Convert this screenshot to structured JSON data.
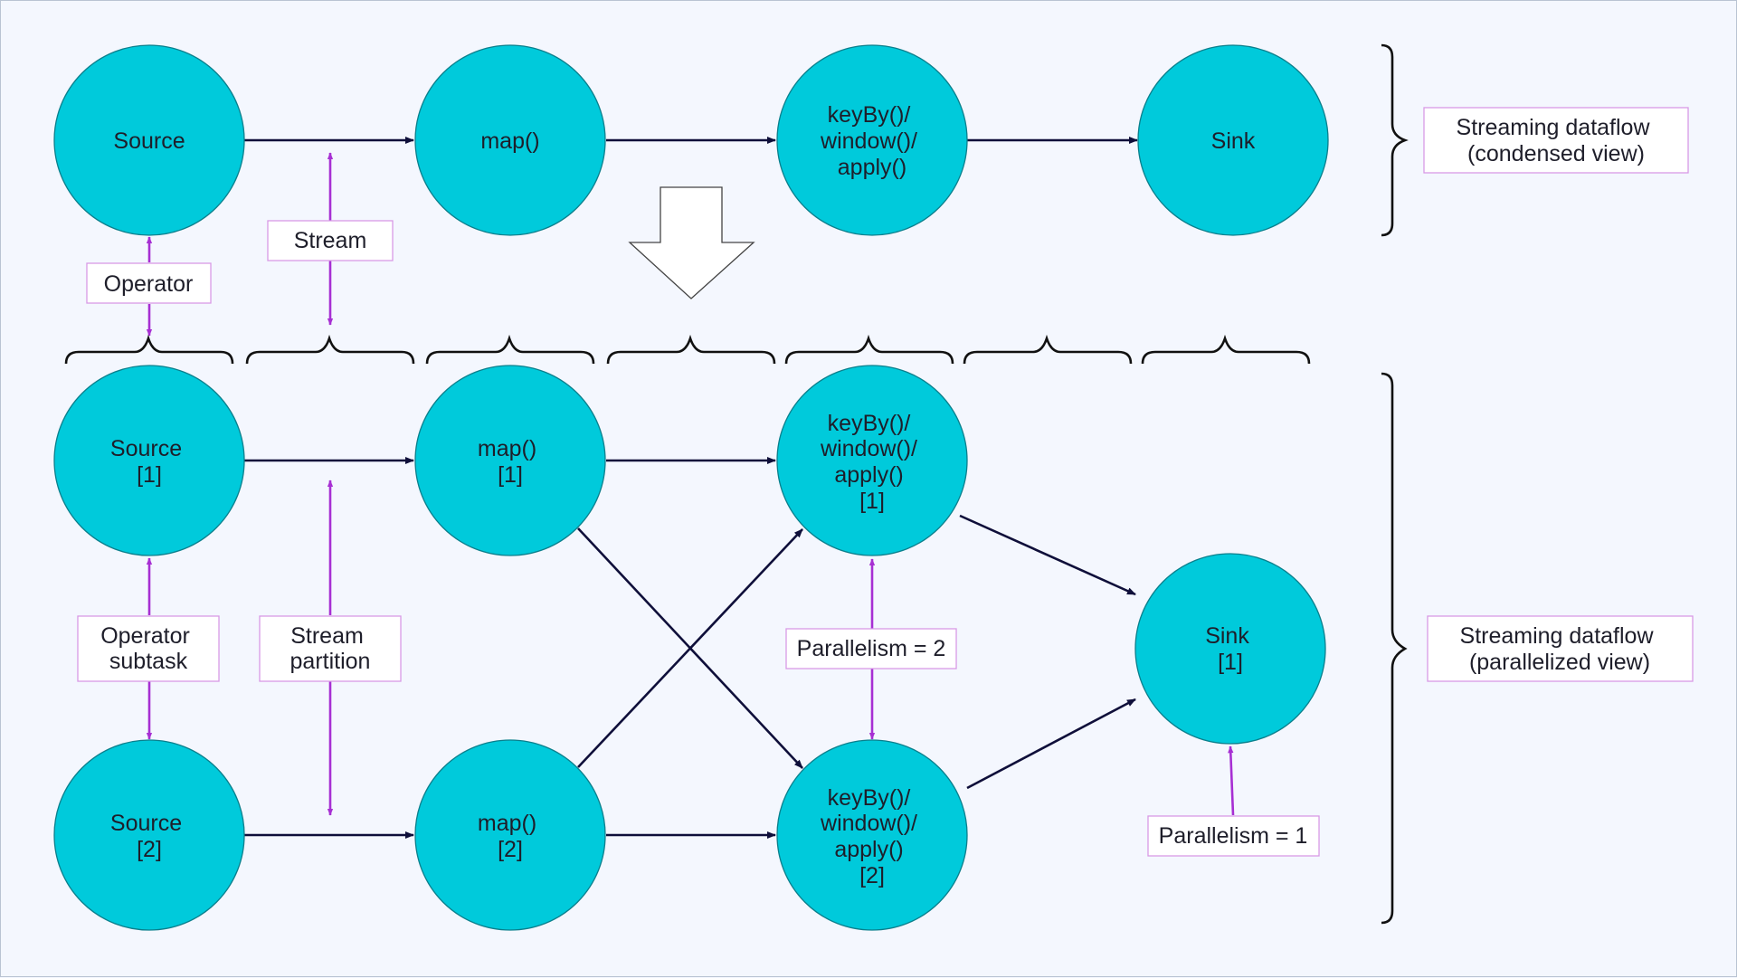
{
  "colors": {
    "node_fill": "#00cadb",
    "node_stroke": "#0a7f8c",
    "flow_arrow": "#0f0f3a",
    "annotation_arrow": "#a72fd3",
    "label_border": "#d89ae6",
    "brace": "#111111",
    "background": "#f4f7fe"
  },
  "condensed": {
    "source": [
      "Source"
    ],
    "map": [
      "map()"
    ],
    "keyby": [
      "keyBy()/",
      "window()/",
      "apply()"
    ],
    "sink": [
      "Sink"
    ]
  },
  "parallel": {
    "source1": [
      "Source",
      "[1]"
    ],
    "map1": [
      "map()",
      "[1]"
    ],
    "keyby1": [
      "keyBy()/",
      "window()/",
      "apply()",
      "[1]"
    ],
    "source2": [
      "Source",
      "[2]"
    ],
    "map2": [
      "map()",
      "[2]"
    ],
    "keyby2": [
      "keyBy()/",
      "window()/",
      "apply()",
      "[2]"
    ],
    "sink1": [
      "Sink",
      "[1]"
    ]
  },
  "labels": {
    "operator": [
      "Operator"
    ],
    "stream": [
      "Stream"
    ],
    "operator_subtask": [
      "Operator",
      "subtask"
    ],
    "stream_partition": [
      "Stream",
      "partition"
    ],
    "parallelism_2": [
      "Parallelism = 2"
    ],
    "parallelism_1": [
      "Parallelism = 1"
    ],
    "condensed_view": [
      "Streaming dataflow",
      "(condensed view)"
    ],
    "parallelized_view": [
      "Streaming dataflow",
      "(parallelized view)"
    ]
  }
}
